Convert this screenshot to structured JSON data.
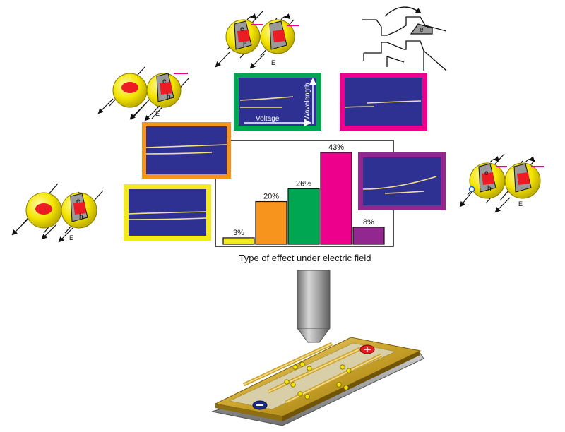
{
  "chart_data": {
    "type": "bar",
    "categories": [
      "",
      "",
      "",
      "",
      ""
    ],
    "values": [
      3,
      20,
      26,
      43,
      8
    ],
    "value_labels": [
      "3%",
      "20%",
      "26%",
      "43%",
      "8%"
    ],
    "colors": [
      "#f2ea1e",
      "#f7941d",
      "#00a651",
      "#ec008c",
      "#92278f"
    ],
    "xlabel": "Type of effect under electric field",
    "ylim": [
      0,
      43
    ]
  },
  "inset_labels": {
    "voltage": "Voltage",
    "wavelength": "Wavelength"
  },
  "field_label": "E",
  "carrier_labels": {
    "electron": "e",
    "hole": "h"
  },
  "colors": {
    "inset_fill": "#2e3192",
    "spectral_line": "#f5e08a",
    "dot_yellow": "#f4e500",
    "core_red": "#ed1c24",
    "device_gold": "#c9a227",
    "objective_gray": "#9a9a9a"
  }
}
